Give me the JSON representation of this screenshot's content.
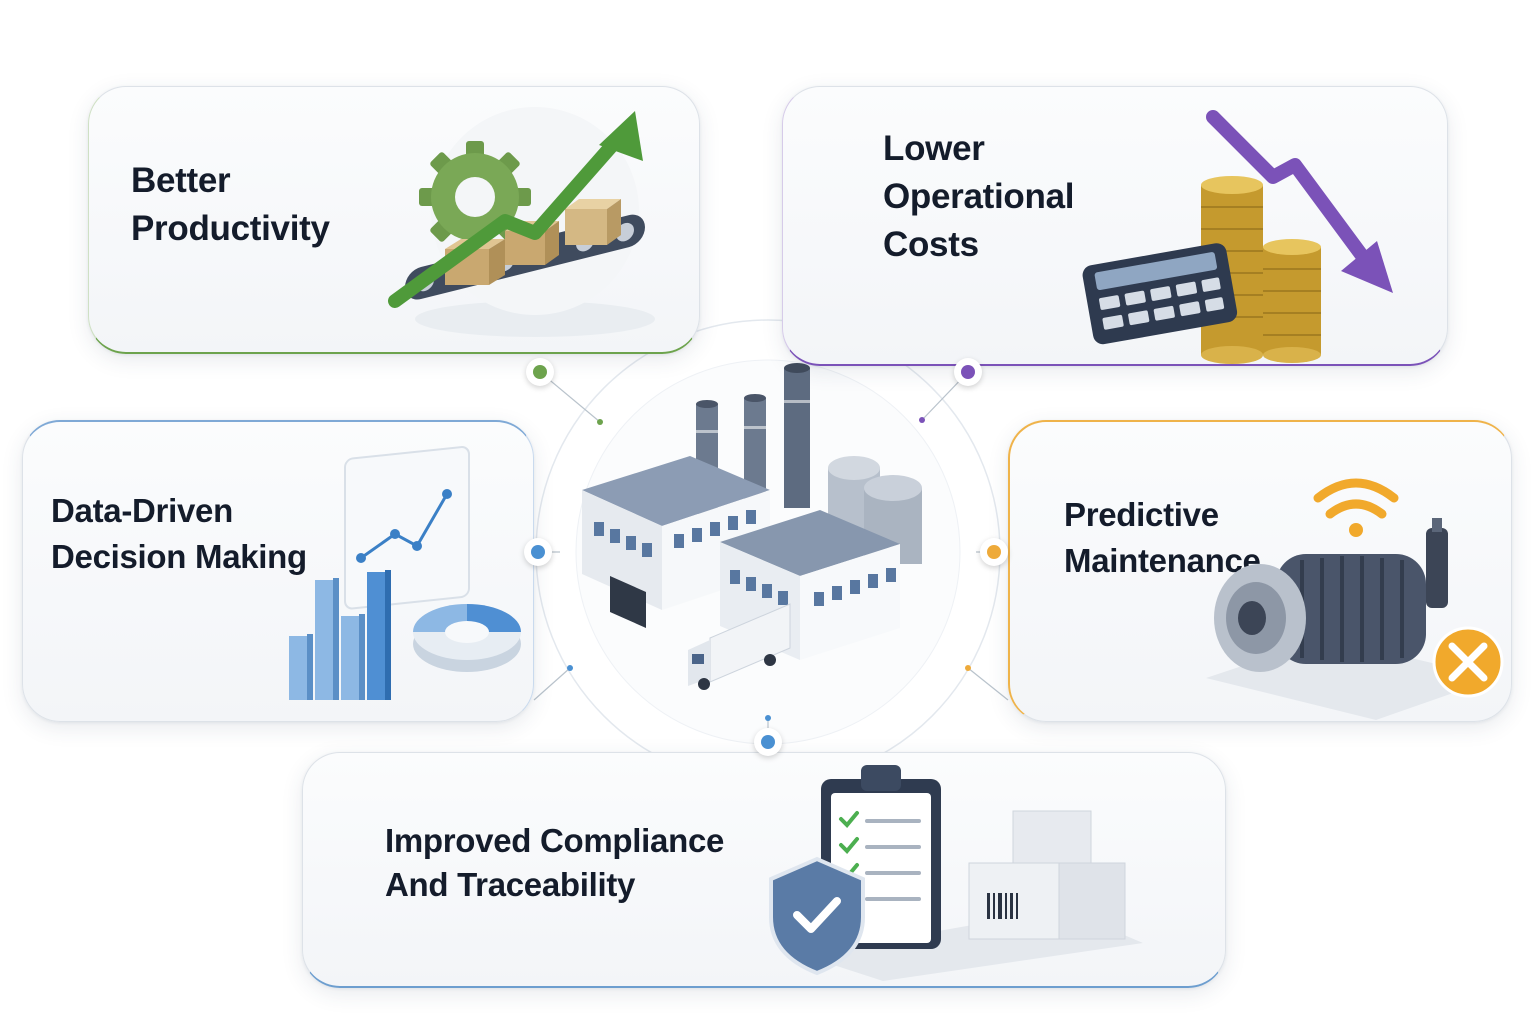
{
  "benefits": {
    "productivity": {
      "label_line1": "Better",
      "label_line2": "Productivity",
      "accent": "#6da34d"
    },
    "costs": {
      "label_line1": "Lower",
      "label_line2": "Operational",
      "label_line3": "Costs",
      "accent": "#7b52b8"
    },
    "data": {
      "label_line1": "Data-Driven",
      "label_line2": "Decision Making",
      "accent": "#4a90d2"
    },
    "maintenance": {
      "label_line1": "Predictive",
      "label_line2": "Maintenance",
      "accent": "#eeaa3a"
    },
    "compliance": {
      "label_line1": "Improved Compliance",
      "label_line2": "And Traceability",
      "accent": "#4a90d2"
    }
  },
  "icons": {
    "center": "factory-icon",
    "productivity": "gear-conveyor-growth-icon",
    "costs": "coins-calculator-downtrend-icon",
    "data": "analytics-charts-icon",
    "maintenance": "motor-wifi-wrench-icon",
    "compliance": "clipboard-shield-boxes-icon"
  }
}
